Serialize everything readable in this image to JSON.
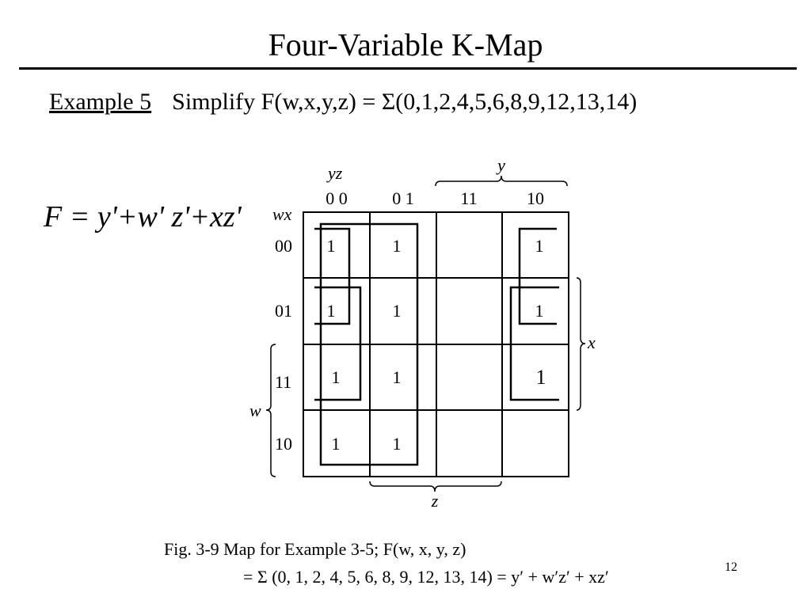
{
  "slide": {
    "title": "Four-Variable K-Map",
    "example_label": "Example 5",
    "example_text": "Simplify F(w,x,y,z) = Σ(0,1,2,4,5,6,8,9,12,13,14)",
    "result_formula": "F = y'+w' z'+xz'",
    "caption_line1": "Fig. 3-9  Map for Example 3-5; F(w, x, y, z)",
    "caption_line2": "= Σ (0, 1, 2, 4, 5, 6, 8, 9, 12, 13, 14) = y′ + w′z′ + xz′",
    "page_number": "12"
  },
  "kmap": {
    "column_var": "yz",
    "row_var": "wx",
    "column_headers": [
      "0 0",
      "0 1",
      "11",
      "10"
    ],
    "row_headers": [
      "00",
      "01",
      "11",
      "10"
    ],
    "cells": [
      [
        "1",
        "1",
        "",
        "1"
      ],
      [
        "1",
        "1",
        "",
        "1"
      ],
      [
        "1",
        "1",
        "",
        "1"
      ],
      [
        "1",
        "1",
        "",
        ""
      ]
    ],
    "brace_labels": {
      "y": "y",
      "x": "x",
      "w": "w",
      "z": "z"
    }
  }
}
